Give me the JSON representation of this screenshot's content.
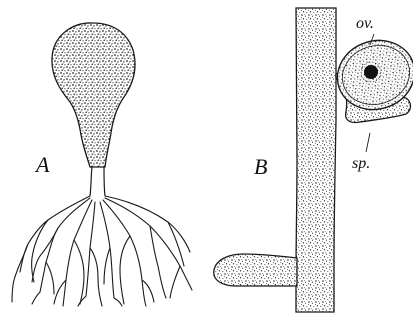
{
  "figure": {
    "labels": {
      "figure_a": "A",
      "figure_b": "B",
      "oogonium": "ov.",
      "antheridium": "sp."
    }
  },
  "colors": {
    "ink": "#1a1a1a",
    "paper": "#ffffff",
    "stipple": "#2a2a2a"
  }
}
